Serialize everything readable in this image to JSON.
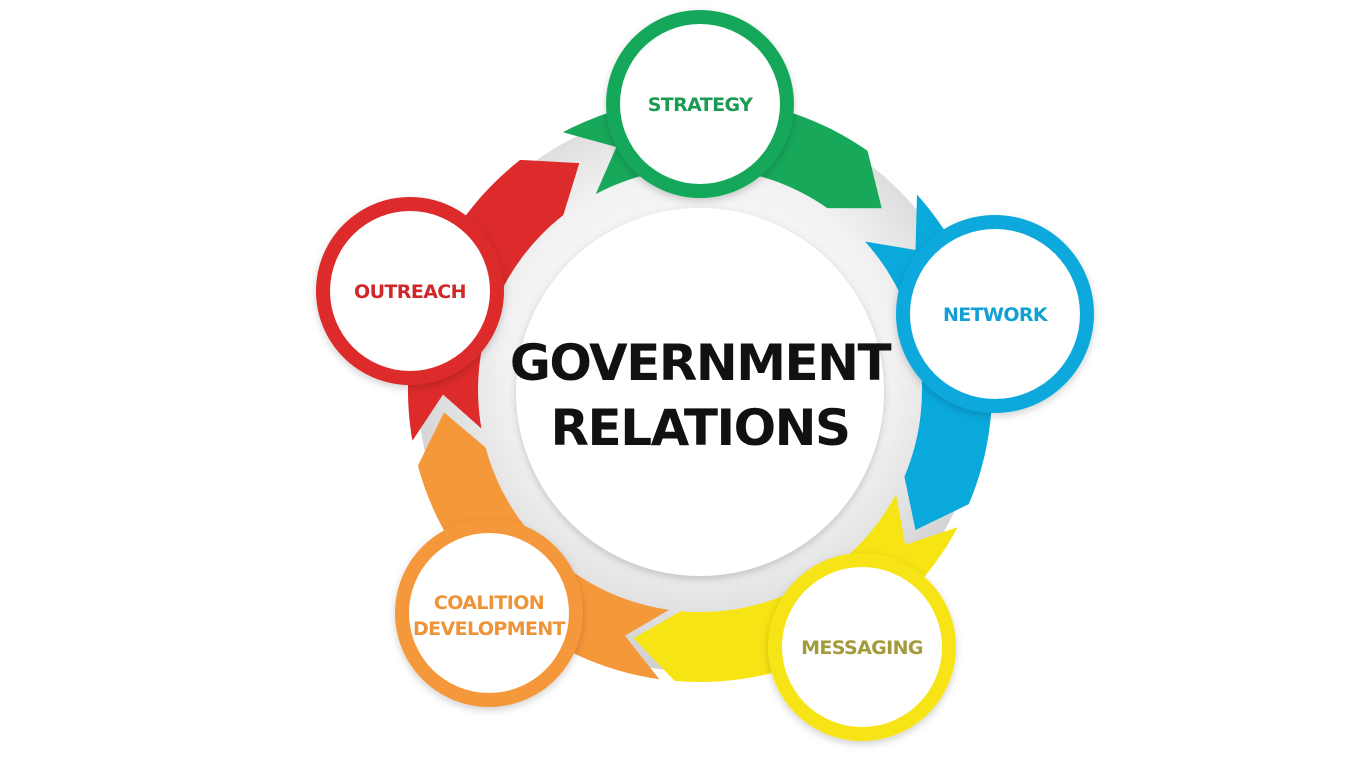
{
  "center": {
    "line1": "GOVERNMENT",
    "line2": "RELATIONS"
  },
  "nodes": [
    {
      "id": "strategy",
      "line1": "STRATEGY",
      "line2": "",
      "color": "#17a85a",
      "text_color": "#1a9a52"
    },
    {
      "id": "network",
      "line1": "NETWORK",
      "line2": "",
      "color": "#0aa9dc",
      "text_color": "#12a0d4"
    },
    {
      "id": "messaging",
      "line1": "MESSAGING",
      "line2": "",
      "color": "#f7e414",
      "text_color": "#a39a3c"
    },
    {
      "id": "coalition",
      "line1": "COALITION",
      "line2": "DEVELOPMENT",
      "color": "#f5983a",
      "text_color": "#ee9338"
    },
    {
      "id": "outreach",
      "line1": "OUTREACH",
      "line2": "",
      "color": "#dd2a2a",
      "text_color": "#d0282a"
    }
  ]
}
